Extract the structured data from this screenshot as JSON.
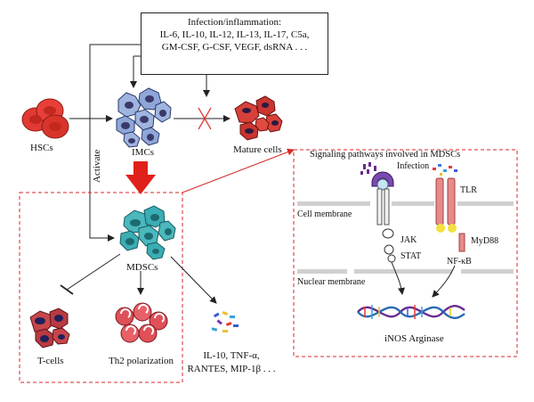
{
  "inflammation_box": {
    "title": "Infection/inflammation:",
    "line1": "IL-6, IL-10, IL-12, IL-13, IL-17, C5a,",
    "line2": "GM-CSF, G-CSF, VEGF, dsRNA . . ."
  },
  "cells": {
    "hscs": "HSCs",
    "imcs": "IMCs",
    "mature": "Mature cells",
    "mdscs": "MDSCs",
    "tcells": "T-cells",
    "th2": "Th2 polarization"
  },
  "activate_label": "Activate",
  "cytokines": {
    "line1": "IL-10, TNF-α,",
    "line2": "RANTES, MIP-1β . . ."
  },
  "signaling": {
    "title": "Signaling pathways involved in MDSCs",
    "infection": "Infection",
    "tlr": "TLR",
    "cell_membrane": "Cell membrane",
    "jak": "JAK",
    "stat": "STAT",
    "myd88": "MyD88",
    "nfkb": "NF-κB",
    "nuclear_membrane": "Nuclear membrane",
    "output": "iNOS Arginase"
  },
  "colors": {
    "rbc": "#e23a32",
    "imc": "#8fa8d8",
    "mdsc": "#3fb3b8",
    "tcell": "#c8464a",
    "th2": "#e0505a",
    "dashed": "#d62a28",
    "receptor": "#e88a8a"
  }
}
